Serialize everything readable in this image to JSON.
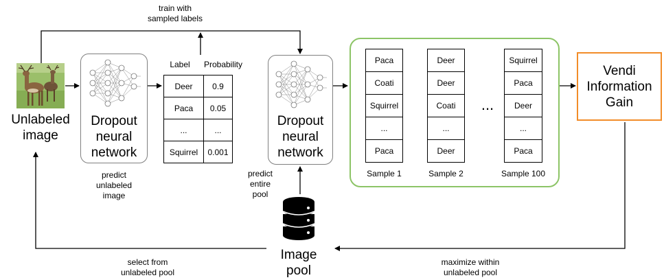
{
  "top_label": [
    "train with",
    "sampled labels"
  ],
  "unlabeled_image": [
    "Unlabeled",
    "image"
  ],
  "net1": {
    "title": [
      "Dropout",
      "neural",
      "network"
    ],
    "caption": [
      "predict",
      "unlabeled",
      "image"
    ]
  },
  "table": {
    "headers": [
      "Label",
      "Probability"
    ],
    "rows": [
      [
        "Deer",
        "0.9"
      ],
      [
        "Paca",
        "0.05"
      ],
      [
        "...",
        "..."
      ],
      [
        "Squirrel",
        "0.001"
      ]
    ]
  },
  "net2": {
    "title": [
      "Dropout",
      "neural",
      "network"
    ],
    "caption": [
      "predict",
      "entire",
      "pool"
    ]
  },
  "samples": [
    {
      "name": "Sample 1",
      "cells": [
        "Paca",
        "Coati",
        "Squirrel",
        "...",
        "Paca"
      ]
    },
    {
      "name": "Sample 2",
      "cells": [
        "Deer",
        "Deer",
        "Coati",
        "...",
        "Deer"
      ]
    },
    {
      "name": "Sample 100",
      "cells": [
        "Squirrel",
        "Paca",
        "Deer",
        "...",
        "Paca"
      ]
    }
  ],
  "samples_ellipsis": "...",
  "vendi": [
    "Vendi",
    "Information",
    "Gain"
  ],
  "image_pool": [
    "Image",
    "pool"
  ],
  "bottom_left_label": [
    "select from",
    "unlabeled pool"
  ],
  "bottom_right_label": [
    "maximize within",
    "unlabeled pool"
  ],
  "colors": {
    "green": "#8cc466",
    "orange": "#f28c28",
    "gray": "#7f7f7f",
    "image_bg": "#9bbf6a"
  }
}
